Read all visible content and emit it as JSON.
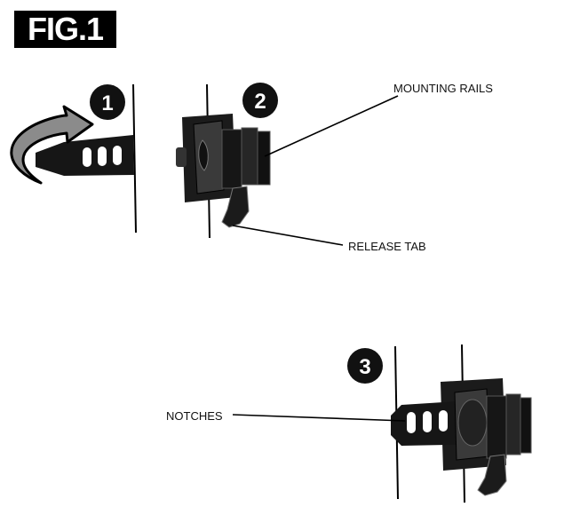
{
  "figure": {
    "title": "FIG.1"
  },
  "steps": [
    {
      "number": "1"
    },
    {
      "number": "2"
    },
    {
      "number": "3"
    }
  ],
  "callouts": {
    "mounting_rails": "MOUNTING RAILS",
    "release_tab": "RELEASE TAB",
    "notches": "NOTCHES"
  }
}
